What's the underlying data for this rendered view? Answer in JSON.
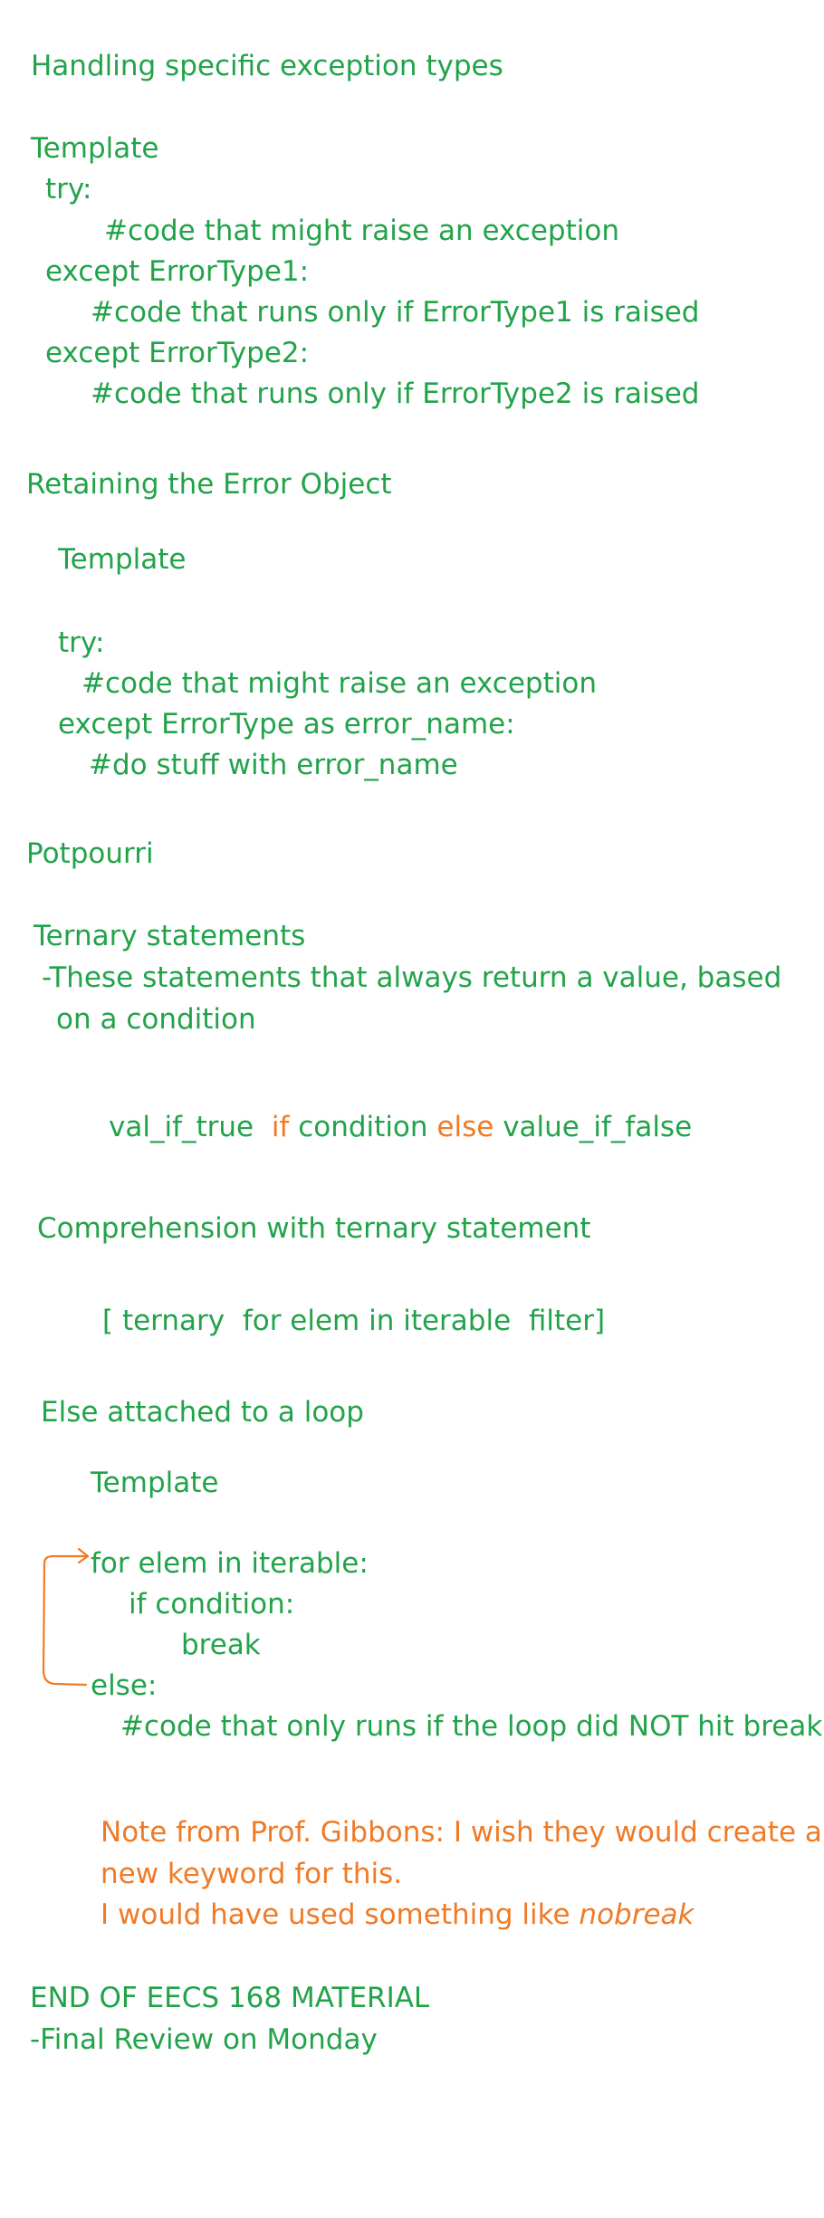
{
  "sections": {
    "handling": {
      "title": "Handling specific exception types",
      "template_label": "Template",
      "code": [
        "try:",
        "#code that might raise an exception",
        "except ErrorType1:",
        "#code that runs only if ErrorType1 is raised",
        "except ErrorType2:",
        "#code that runs only if ErrorType2 is raised"
      ]
    },
    "retaining": {
      "title": "Retaining the Error Object",
      "template_label": "Template",
      "code": [
        "try:",
        "#code that might raise an exception",
        "except ErrorType as error_name:",
        "#do stuff with error_name"
      ]
    },
    "potpourri": {
      "title": "Potpourri"
    },
    "ternary": {
      "title": "Ternary statements",
      "desc_line1": "-These statements that always return a value, based",
      "desc_line2": "on a condition",
      "expr": {
        "val_true": "val_if_true",
        "if_kw": "if",
        "condition": "condition",
        "else_kw": "else",
        "val_false": "value_if_false"
      }
    },
    "comprehension": {
      "title": "Comprehension with ternary statement",
      "expr": "[ ternary  for elem in iterable  filter]"
    },
    "else_loop": {
      "title": "Else attached to a loop",
      "template_label": "Template",
      "code": [
        "for elem in iterable:",
        "if condition:",
        "break",
        "else:",
        "#code that only runs if the loop did NOT hit break"
      ]
    },
    "note": {
      "line1": "Note from Prof. Gibbons: I wish they would create a",
      "line2": "new keyword for this.",
      "line3_prefix": "I would have used something like ",
      "line3_keyword": "nobreak"
    },
    "end": {
      "line1": "END OF EECS 168 MATERIAL",
      "line2": "-Final Review on Monday"
    }
  },
  "colors": {
    "green": "#22a34a",
    "orange": "#f07a26"
  }
}
